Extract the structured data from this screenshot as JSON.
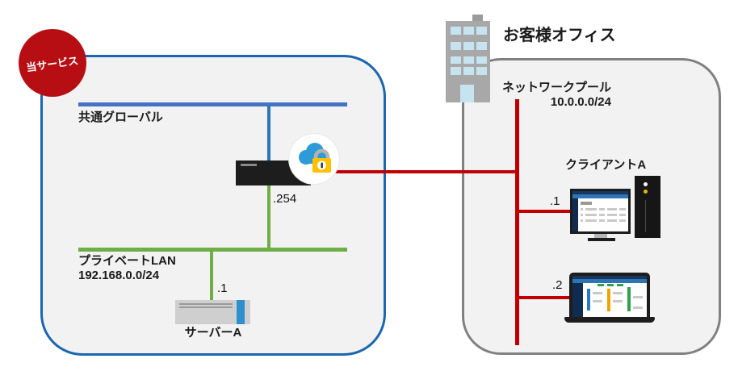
{
  "diagram_title": "network-diagram",
  "service_badge": {
    "label": "当サービス"
  },
  "left_box": {
    "global_bus_label": "共通グローバル",
    "router_ip": ".254",
    "private_lan_label": "プライベートLAN",
    "private_lan_cidr": "192.168.0.0/24",
    "server_ip": ".1",
    "server_label": "サーバーA"
  },
  "right_box": {
    "title": "お客様オフィス",
    "network_pool_label": "ネットワークプール",
    "network_pool_cidr": "10.0.0.0/24",
    "client_a_label": "クライアントA",
    "client_a_ip": ".1",
    "client_b_ip": ".2"
  },
  "colors": {
    "service_badge_red": "#b70e13",
    "left_box_border_blue": "#1a66b3",
    "right_box_border_gray": "#808080",
    "zone_fill_gray": "#f2f2f2",
    "global_bus_blue": "#4472c4",
    "private_lan_green": "#6fad47",
    "wan_link_red": "#c00000",
    "cloud_blue": "#2e9bd8",
    "lock_gold": "#ffc000",
    "server_stripe_blue": "#2e8fd0"
  }
}
